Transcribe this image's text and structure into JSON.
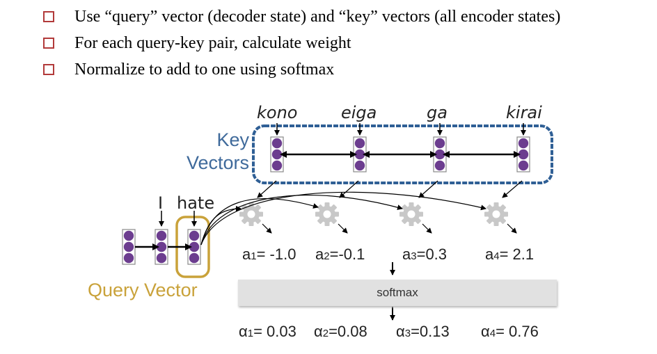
{
  "bullets": [
    "Use “query” vector (decoder state) and “key” vectors (all encoder states)",
    "For each query-key pair, calculate weight",
    "Normalize to add to one using softmax"
  ],
  "encoder_words": [
    "kono",
    "eiga",
    "ga",
    "kirai"
  ],
  "key_label": "Key",
  "key_label2": "Vectors",
  "decoder_words": [
    "I",
    "hate"
  ],
  "query_label": "Query Vector",
  "scores": [
    {
      "sym": "a",
      "sub": "1",
      "eq": "= -1.0"
    },
    {
      "sym": "a",
      "sub": "2",
      "eq": "=-0.1"
    },
    {
      "sym": "a",
      "sub": "3",
      "eq": "=0.3"
    },
    {
      "sym": "a",
      "sub": "4",
      "eq": "= 2.1"
    }
  ],
  "softmax_label": "softmax",
  "weights": [
    {
      "sym": "α",
      "sub": "1",
      "eq": "= 0.03"
    },
    {
      "sym": "α",
      "sub": "2",
      "eq": "=0.08"
    },
    {
      "sym": "α",
      "sub": "3",
      "eq": "=0.13"
    },
    {
      "sym": "α",
      "sub": "4",
      "eq": "= 0.76"
    }
  ],
  "colors": {
    "bullet_box": "#b23a3a",
    "node": "#6c3d8f",
    "key_border": "#2f5f95",
    "query_border": "#c9a23a",
    "gear": "#c8c8c8"
  },
  "icons": [
    "checkbox-icon",
    "gear-icon",
    "arrow-icon"
  ]
}
